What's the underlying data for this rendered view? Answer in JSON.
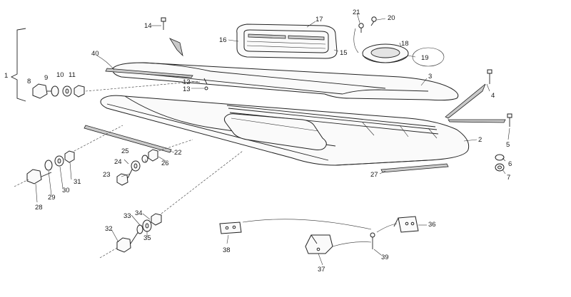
{
  "callouts": {
    "c1": "1",
    "c2": "2",
    "c3": "3",
    "c4": "4",
    "c5": "5",
    "c6": "6",
    "c7": "7",
    "c8": "8",
    "c9": "9",
    "c10": "10",
    "c11": "11",
    "c12": "12",
    "c13": "13",
    "c14": "14",
    "c15": "15",
    "c16": "16",
    "c17": "17",
    "c18": "18",
    "c19": "19",
    "c20": "20",
    "c21": "21",
    "c22": "22",
    "c23": "23",
    "c24": "24",
    "c25": "25",
    "c26": "26",
    "c27": "27",
    "c28": "28",
    "c29": "29",
    "c30": "30",
    "c31": "31",
    "c32": "32",
    "c33": "33",
    "c34": "34",
    "c35": "35",
    "c36": "36",
    "c37": "37",
    "c38": "38",
    "c39": "39",
    "c40": "40"
  }
}
